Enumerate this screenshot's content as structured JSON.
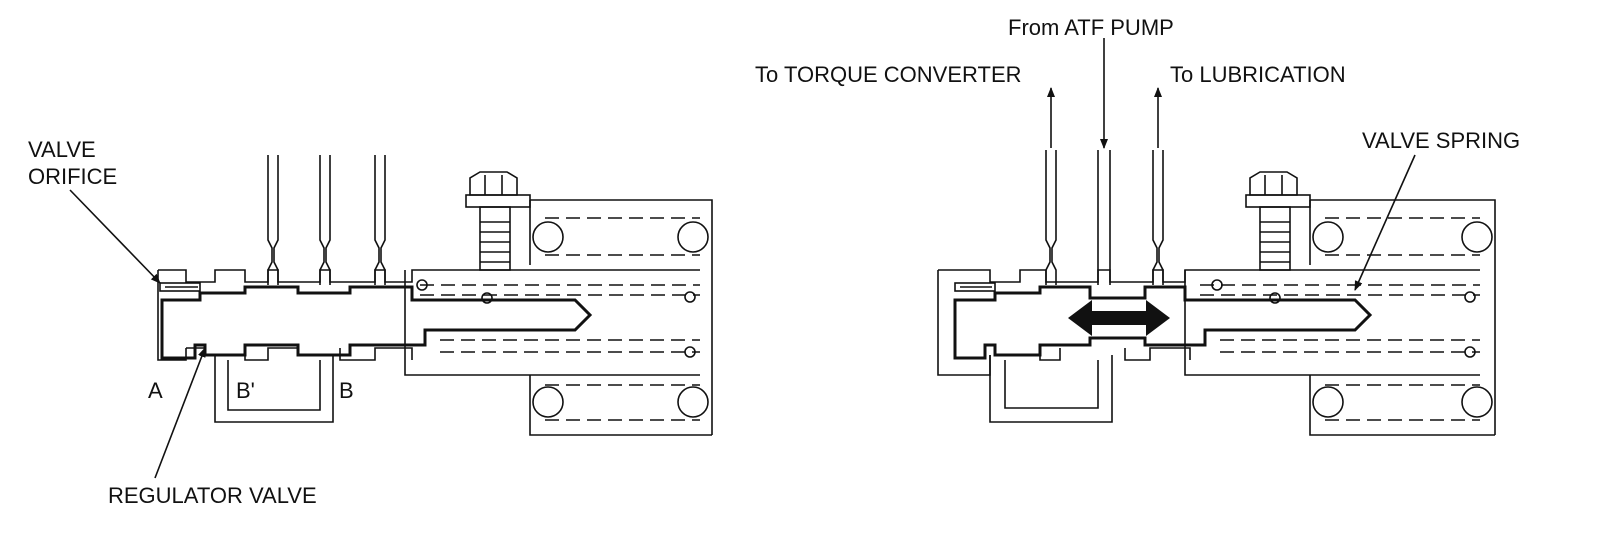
{
  "labels": {
    "valve_orifice_1": "VALVE",
    "valve_orifice_2": "ORIFICE",
    "port_a": "A",
    "port_b_prime": "B'",
    "port_b": "B",
    "regulator_valve": "REGULATOR VALVE",
    "from_atf_pump": "From ATF PUMP",
    "to_torque_converter": "To TORQUE CONVERTER",
    "to_lubrication": "To LUBRICATION",
    "valve_spring": "VALVE SPRING"
  }
}
